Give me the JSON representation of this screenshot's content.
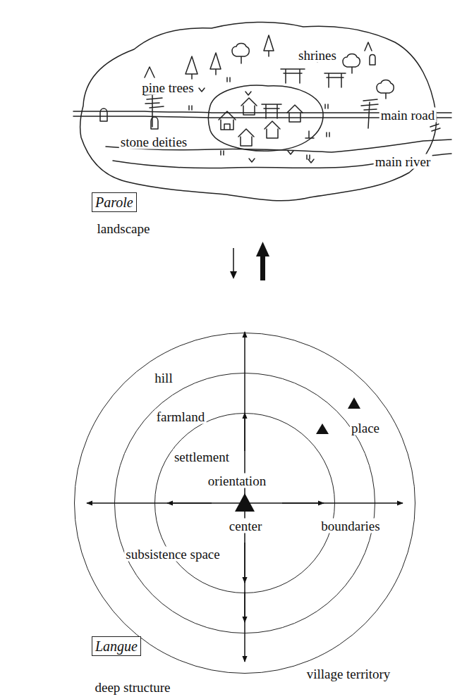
{
  "diagram": {
    "nodes": [
      {
        "text": [
          "Parole"
        ]
      },
      {
        "text": [
          "hill",
          "village territory"
        ]
      },
      {
        "text": [
          "farmland"
        ],
        "in": 1
      },
      {
        "text": [
          "settlement"
        ],
        "in": 2
      },
      {
        "text": [
          "Langue"
        ]
      }
    ],
    "labels": [
      "shrines",
      "pine trees",
      "main road",
      "stone deities",
      "main river",
      "landscape",
      "place",
      "orientation",
      "center",
      "boundaries",
      "subsistence space",
      "deep structure"
    ]
  }
}
